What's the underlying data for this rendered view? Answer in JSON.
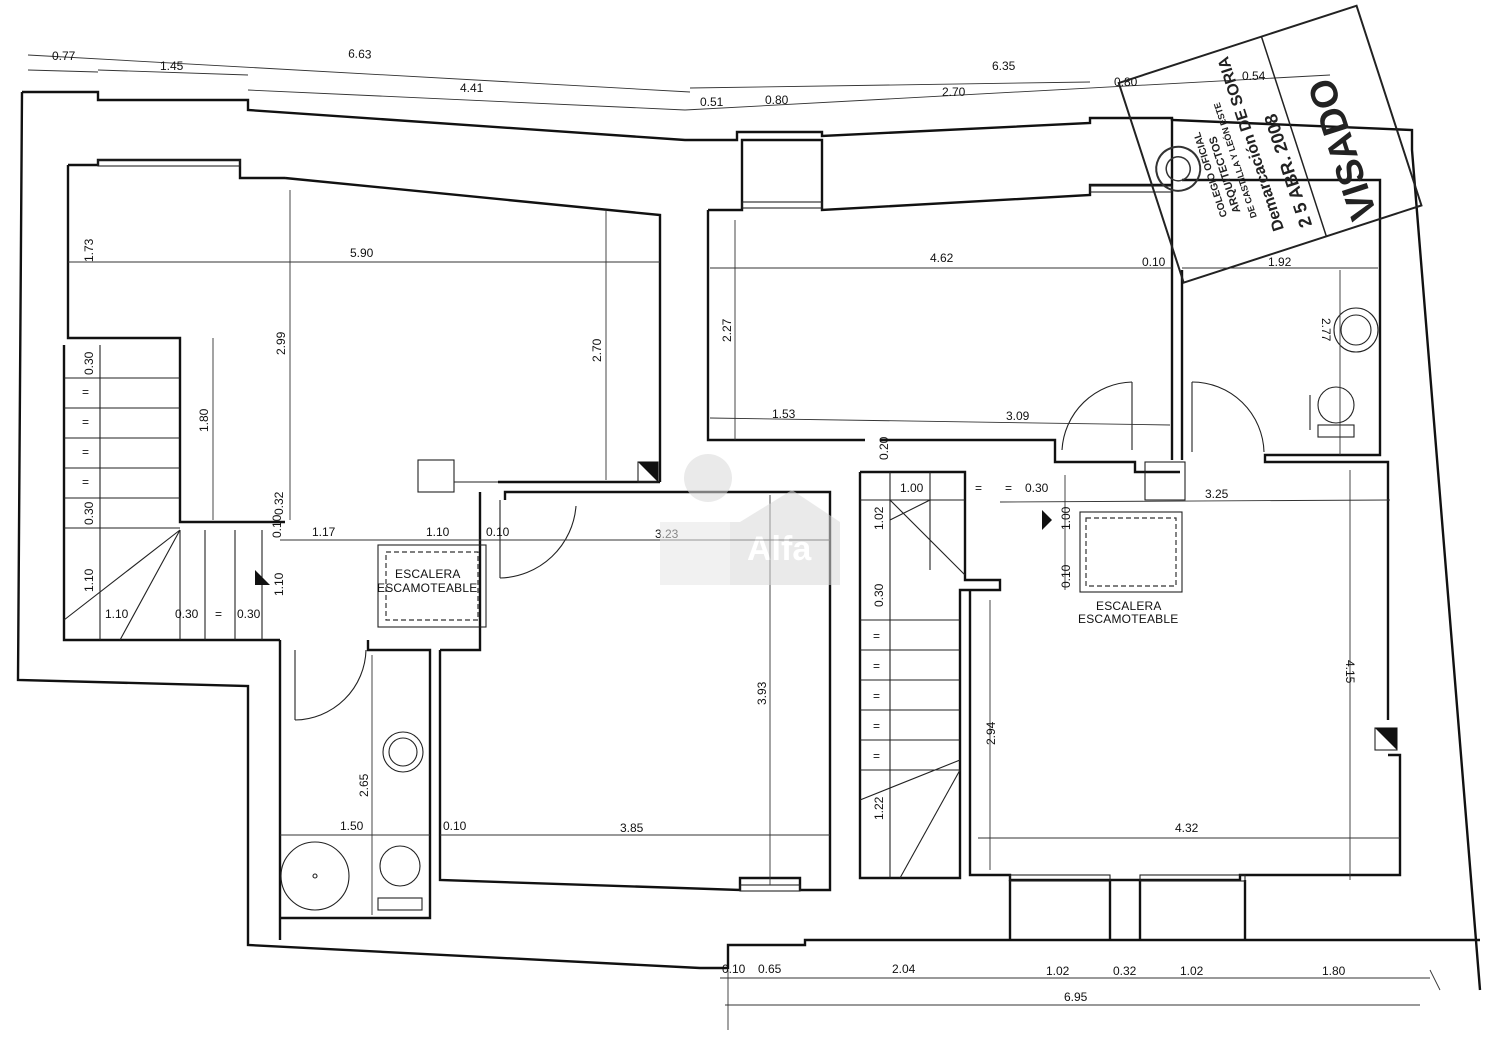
{
  "dimensions": {
    "top_overall_left": "6.63",
    "top_overall_right": "6.35",
    "top_a": "0.77",
    "top_b": "1.45",
    "top_c": "4.41",
    "top_d": "0.51",
    "top_e": "0.80",
    "top_f": "2.70",
    "top_g": "0.80",
    "top_h": "0.54",
    "left_room_width": "5.90",
    "left_room_h1": "1.73",
    "left_room_h2": "2.99",
    "left_room_h3": "2.70",
    "left_room_h4": "1.80",
    "stair_left_a": "0.30",
    "stair_left_b": "0.30",
    "stair_left_c": "1.10",
    "stair_left_d": "1.10",
    "stair_left_e": "0.30",
    "stair_left_f": "0.30",
    "stair_left_g": "1.10",
    "mid_a": "0.10",
    "mid_b": "0.32",
    "mid_c": "1.17",
    "mid_d": "1.10",
    "mid_e": "0.10",
    "mid_f": "3.23",
    "bath_h": "2.65",
    "bath_w": "1.50",
    "bath_wall": "0.10",
    "bottom_room_w": "3.85",
    "bottom_room_h": "3.93",
    "right_room_w": "4.62",
    "right_room_h": "2.27",
    "right_room_a": "1.53",
    "right_room_b": "3.09",
    "right_wall": "0.10",
    "right_bath_w": "1.92",
    "right_bath_h": "2.77",
    "stair_right_a": "0.20",
    "stair_right_b": "1.00",
    "stair_right_c": "0.30",
    "stair_right_d": "1.02",
    "stair_right_e": "1.00",
    "stair_right_f": "0.10",
    "stair_right_g": "0.30",
    "stair_right_h": "2.94",
    "stair_right_i": "1.22",
    "right_lower_w1": "3.25",
    "right_lower_h": "4.15",
    "right_lower_w2": "4.32",
    "bottom_a": "0.10",
    "bottom_b": "0.65",
    "bottom_c": "2.04",
    "bottom_d": "1.02",
    "bottom_e": "0.32",
    "bottom_f": "1.02",
    "bottom_g": "1.80",
    "bottom_overall": "6.95",
    "equal": "="
  },
  "labels": {
    "stair1_line1": "ESCALERA",
    "stair1_line2": "ESCAMOTEABLE",
    "stair2_line1": "ESCALERA",
    "stair2_line2": "ESCAMOTEABLE"
  },
  "stamp": {
    "line1": "COLEGIO OFICIAL",
    "line2": "ARQUITECTOS",
    "line3": "DE CASTILLA Y LEÓN ESTE",
    "line4": "Demarcación DE SORIA",
    "date": "2 5 ABR. 2008",
    "visado": "VISADO"
  },
  "watermark": {
    "text": "Alfa"
  }
}
